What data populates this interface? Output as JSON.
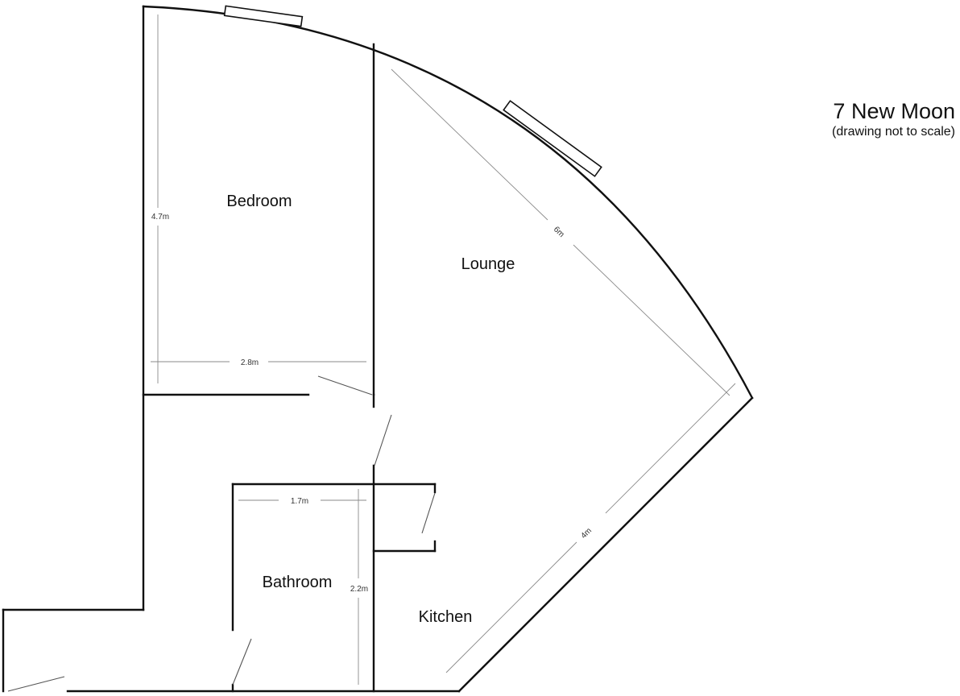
{
  "title": {
    "name": "7 New Moon",
    "note": "(drawing not to scale)"
  },
  "rooms": {
    "bedroom": "Bedroom",
    "lounge": "Lounge",
    "bathroom": "Bathroom",
    "kitchen": "Kitchen"
  },
  "dimensions": {
    "bedroom_height": "4.7m",
    "bedroom_width": "2.8m",
    "lounge_diagonal": "6m",
    "kitchen_wall": "4m",
    "bathroom_width": "1.7m",
    "bathroom_height": "2.2m"
  },
  "colors": {
    "wall": "#111111",
    "dimension_line": "#8a8a8a",
    "background": "#ffffff"
  }
}
